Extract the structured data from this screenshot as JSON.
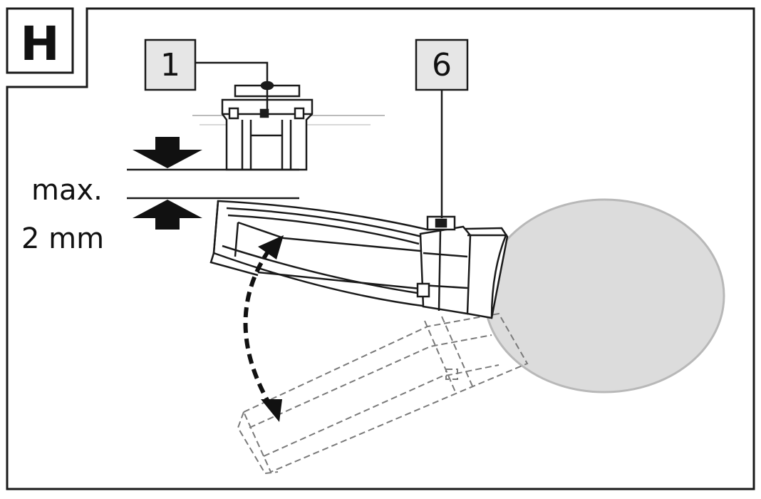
{
  "figure": {
    "panel_letter": "H",
    "callouts": [
      {
        "id": "1",
        "label": "1"
      },
      {
        "id": "6",
        "label": "6"
      }
    ],
    "gap_label": {
      "line1": "max.",
      "line2": "2 mm"
    }
  },
  "colors": {
    "stroke": "#1a1a1a",
    "callout_fill": "#e6e6e6",
    "disc_fill": "#dcdcdc",
    "disc_stroke": "#b8b8b8",
    "ghost_stroke": "#7a7a7a",
    "background": "#ffffff"
  }
}
